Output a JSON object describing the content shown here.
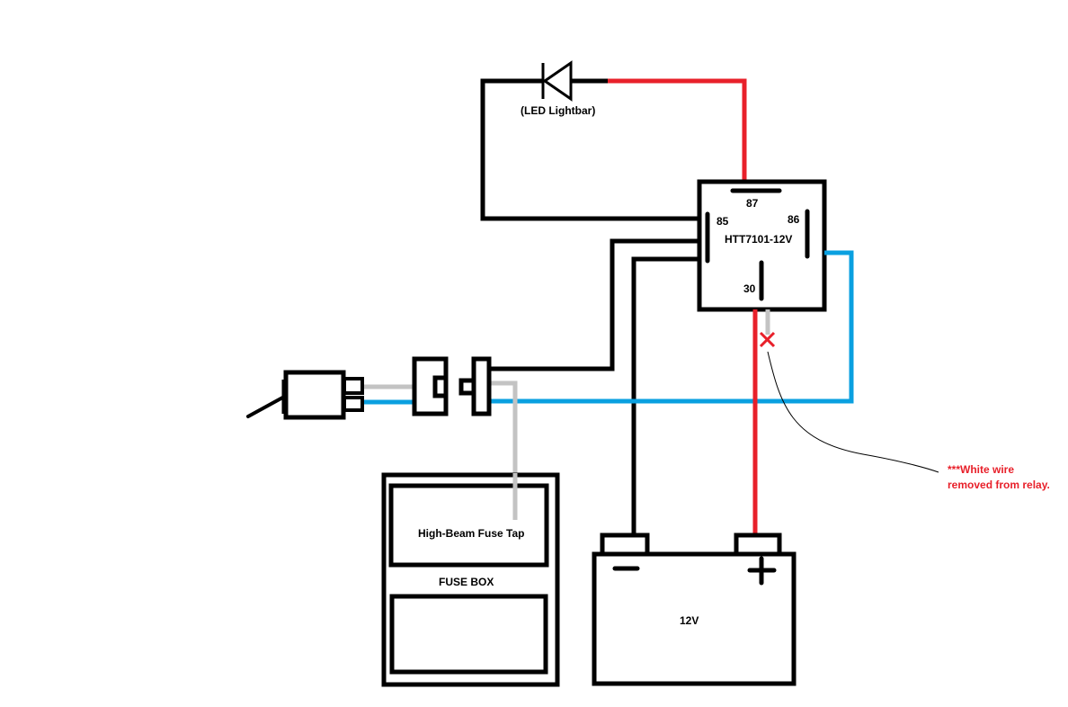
{
  "colors": {
    "black_wire": "#000000",
    "red_wire": "#e8202a",
    "blue_wire": "#0aa0e0",
    "gray_wire": "#c3c3c3",
    "background": "#ffffff"
  },
  "led": {
    "label": "(LED Lightbar)"
  },
  "relay": {
    "model": "HTT7101-12V",
    "pins": {
      "p87": "87",
      "p85": "85",
      "p86": "86",
      "p30": "30"
    }
  },
  "fuse_box": {
    "tap_label": "High-Beam Fuse Tap",
    "label": "FUSE BOX"
  },
  "battery": {
    "voltage_label": "12V",
    "negative_symbol": "minus",
    "positive_symbol": "plus"
  },
  "annotation": {
    "line1": "***White wire",
    "line2": "removed from relay."
  },
  "components": [
    "toggle-switch",
    "connector-plug",
    "relay",
    "led-lightbar",
    "fuse-box",
    "battery"
  ]
}
